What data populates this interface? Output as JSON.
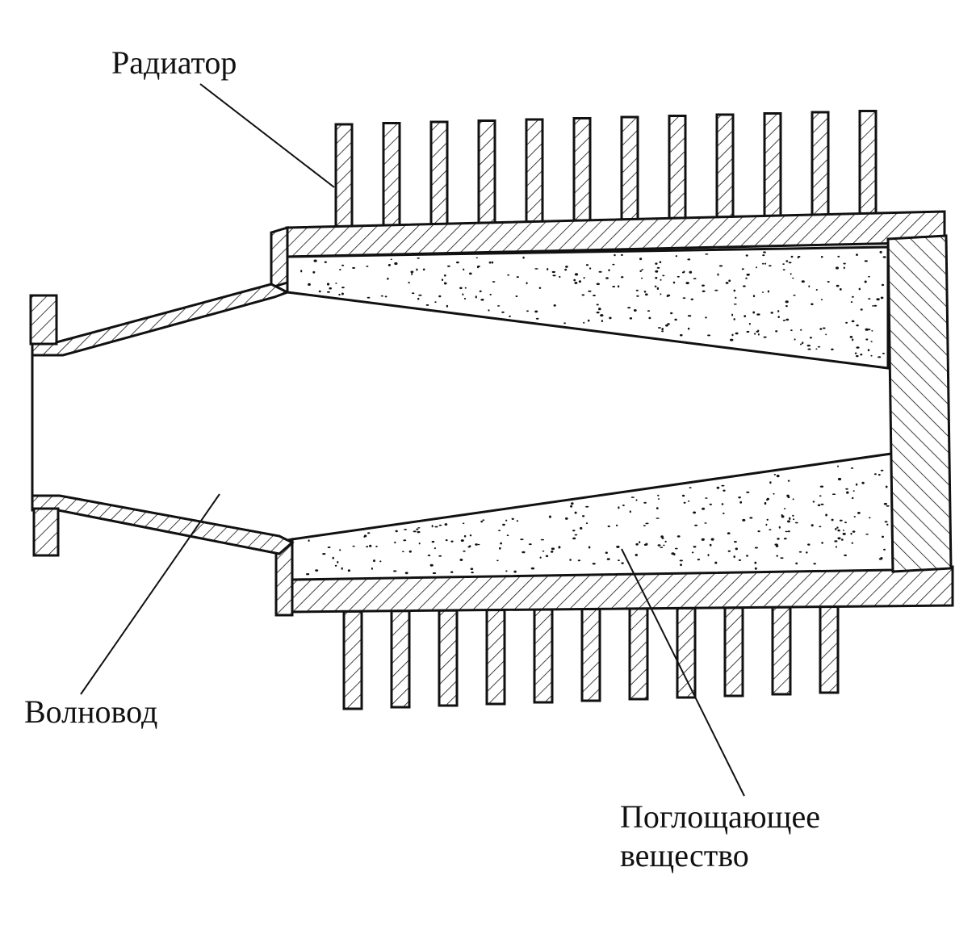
{
  "labels": {
    "radiator": "Радиатор",
    "waveguide": "Волновод",
    "absorber_line1": "Поглощающее",
    "absorber_line2": "вещество"
  },
  "colors": {
    "ink": "#111111",
    "background": "#ffffff"
  },
  "fins": {
    "top_count": 12,
    "bottom_count": 11
  }
}
